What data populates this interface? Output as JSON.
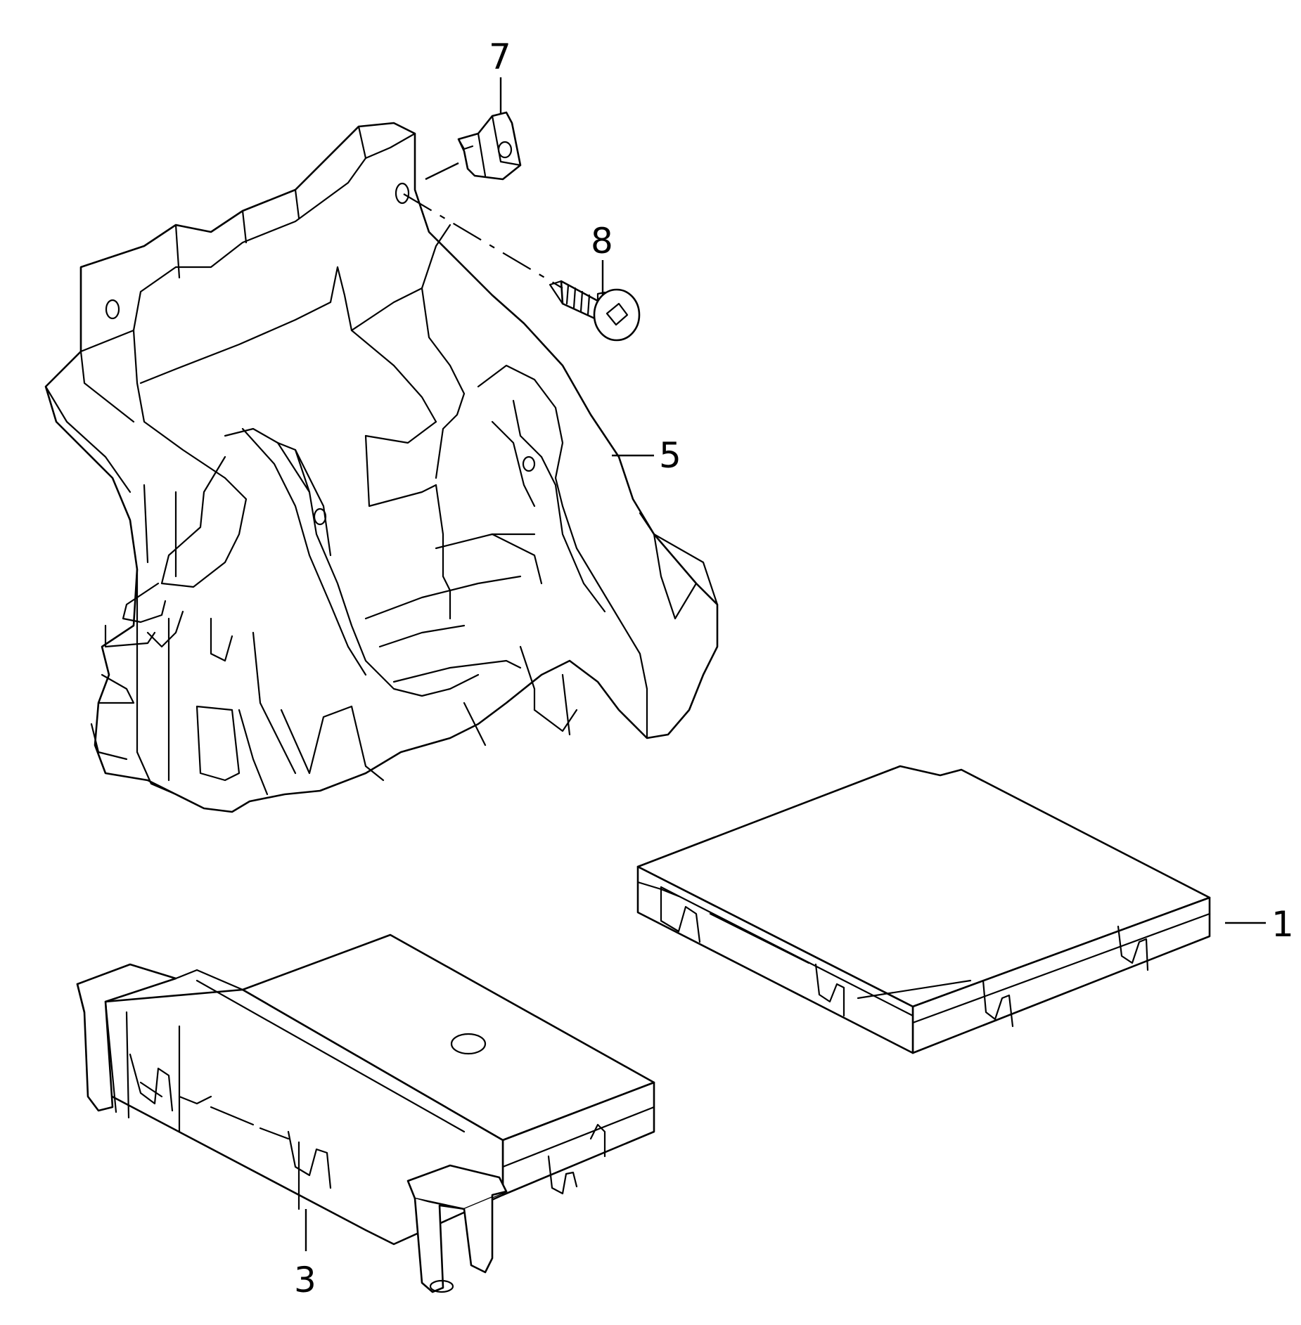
{
  "callouts": [
    {
      "id": "7",
      "label": "7"
    },
    {
      "id": "8",
      "label": "8"
    },
    {
      "id": "5",
      "label": "5"
    },
    {
      "id": "1",
      "label": "1"
    },
    {
      "id": "3",
      "label": "3"
    }
  ],
  "colors": {
    "line": "#000000",
    "background": "#ffffff"
  }
}
